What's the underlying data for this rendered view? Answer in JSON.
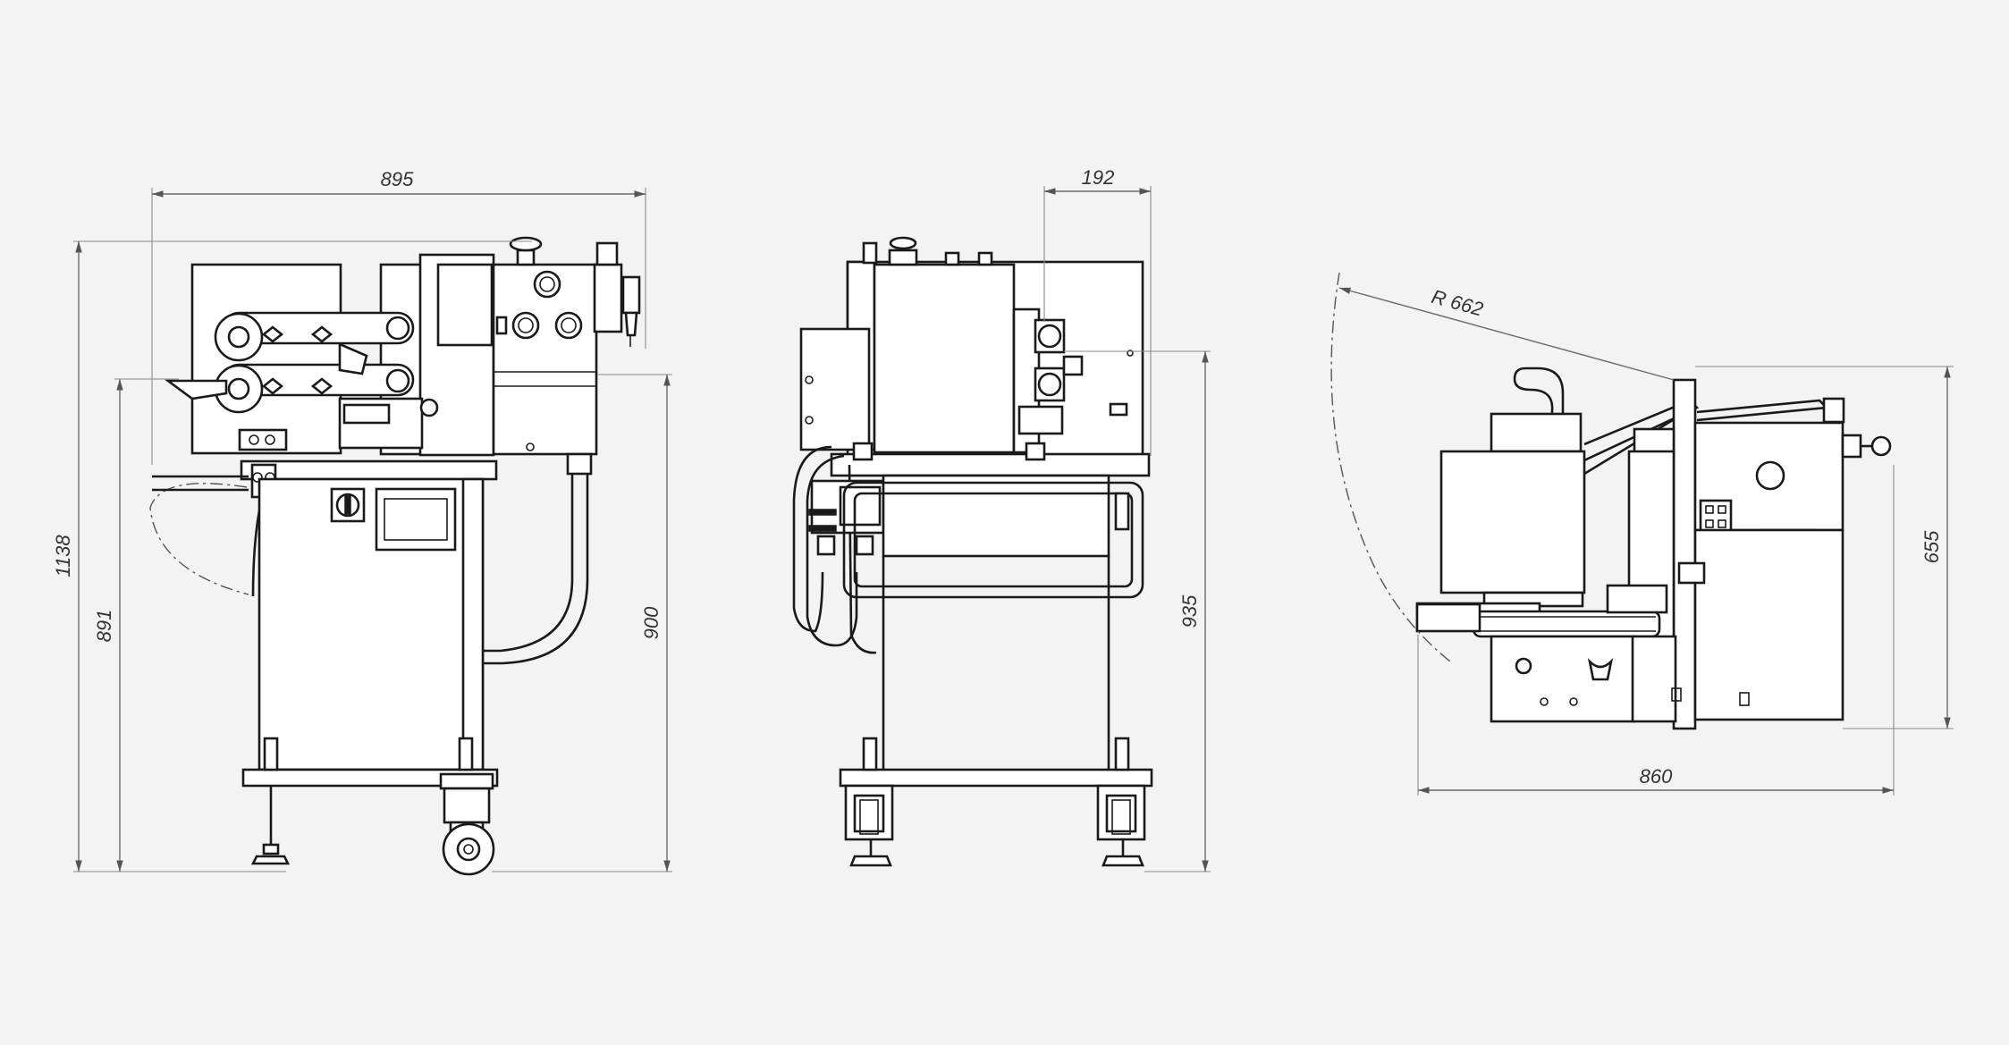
{
  "dimensions": {
    "left_width": "895",
    "left_total_height": "1138",
    "left_height_low": "891",
    "left_height_right": "900",
    "mid_width": "192",
    "mid_height": "935",
    "right_radius": "R 662",
    "right_height": "655",
    "right_width": "860"
  },
  "colors": {
    "background": "#f3f3f3",
    "line": "#1a1a1a",
    "dimension": "#6a6a6a"
  }
}
